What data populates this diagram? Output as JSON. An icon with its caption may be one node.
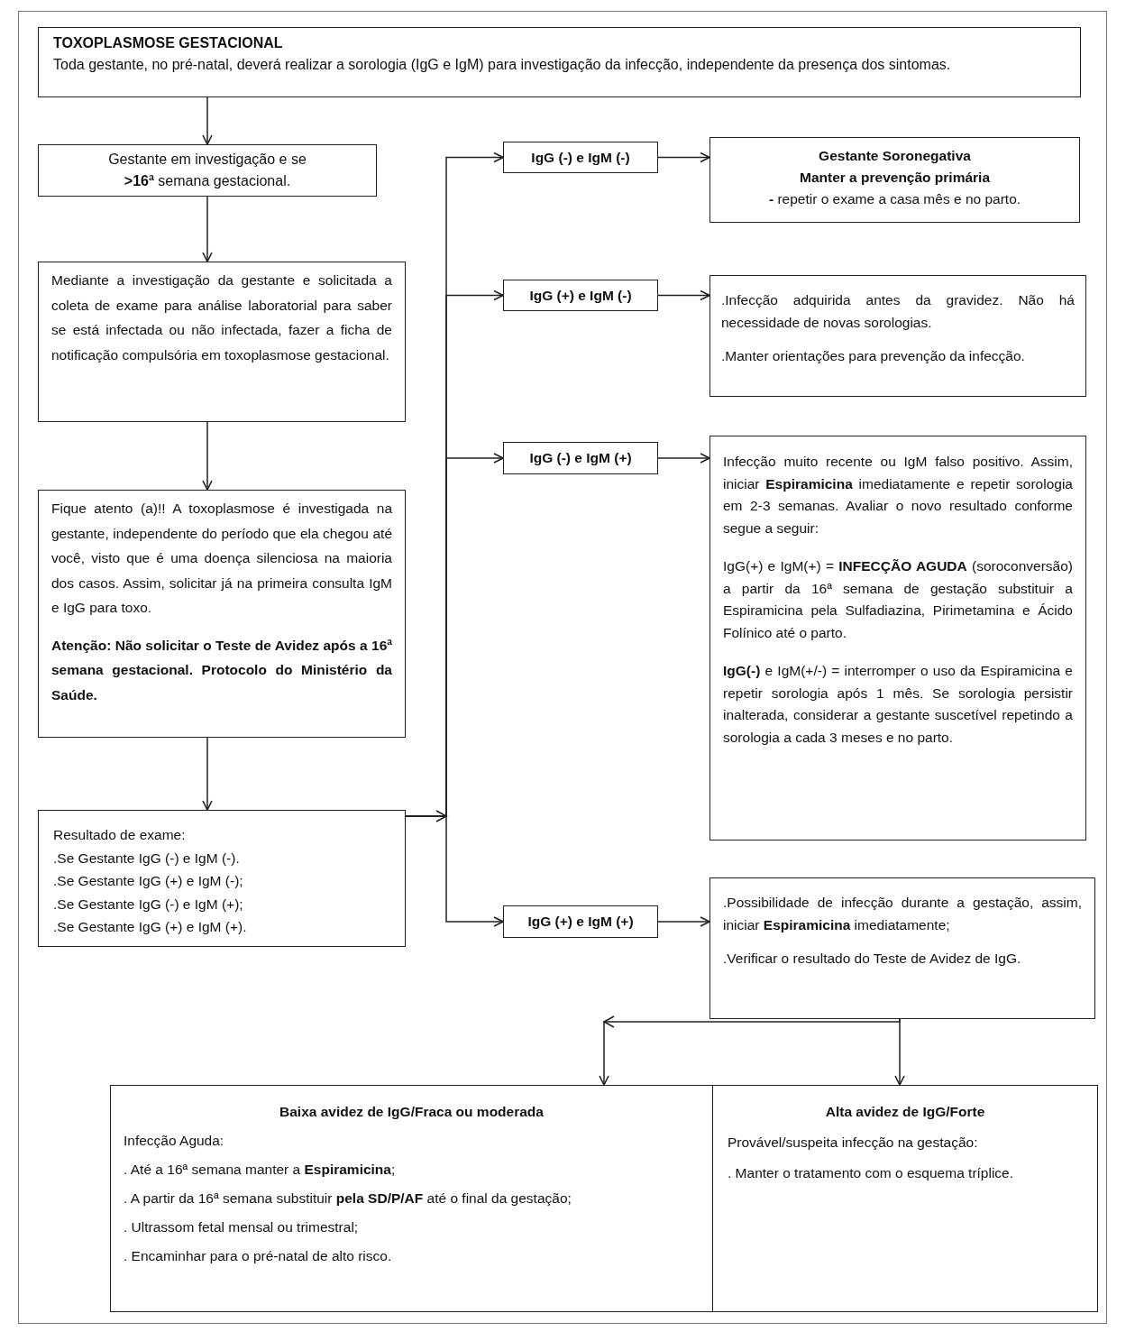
{
  "diagram": {
    "nodes": [
      {
        "text": [
          "TOXOPLASMOSE GESTACIONAL",
          "Toda gestante, no pré-natal, deverá realizar a sorologia (IgG e IgM) para investigação da infecção, independente da presença dos sintomas."
        ]
      },
      {
        "text": [
          "Gestante em investigação e se **>16ª** semana gestacional."
        ]
      },
      {
        "text": [
          "Mediante a investigação da gestante e solicitada a coleta de exame para análise laboratorial para saber se está infectada ou não infectada, fazer a ficha de notificação compulsória em toxoplasmose gestacional."
        ]
      },
      {
        "text": [
          "Fique atento (a)!! A toxoplasmose é investigada na gestante, independente do período que ela chegou até você, visto que é uma doença silenciosa na maioria dos casos. Assim, solicitar já na primeira consulta IgM e IgG para toxo.",
          "Atenção: Não solicitar o Teste de Avidez após a 16ª semana gestacional. Protocolo do Ministério da Saúde."
        ]
      },
      {
        "text": [
          "Resultado de exame:",
          ".Se Gestante IgG (-) e IgM (-).",
          ".Se Gestante IgG (+) e IgM (-);",
          ".Se Gestante IgG (-) e IgM (+);",
          ".Se Gestante IgG (+) e IgM (+)."
        ]
      },
      {
        "text": [
          "IgG (-) e IgM (-)"
        ]
      },
      {
        "text": [
          "Gestante Soronegativa",
          "Manter a prevenção primária",
          "**-** repetir o exame a casa mês e no parto."
        ]
      },
      {
        "text": [
          "IgG (+) e IgM (-)"
        ]
      },
      {
        "text": [
          ".Infecção adquirida antes da gravidez. Não há necessidade de novas sorologias.",
          ".Manter orientações para prevenção da infecção."
        ]
      },
      {
        "text": [
          "IgG (-) e IgM (+)"
        ]
      },
      {
        "text": [
          "Infecção muito recente ou IgM falso positivo. Assim, iniciar **Espiramicina** imediatamente e repetir sorologia em 2-3 semanas. Avaliar o novo resultado conforme segue a seguir:",
          "IgG(+) e IgM(+) = **INFECÇÃO AGUDA** (soroconversão) a partir da 16ª semana de gestação substituir a Espiramicina pela Sulfadiazina, Pirimetamina e Ácido Folínico até o parto.",
          "**IgG(-)** e IgM(+/-) = interromper o uso da Espiramicina e repetir sorologia após 1 mês. Se sorologia persistir inalterada, considerar a gestante suscetível repetindo a sorologia a cada 3 meses e no parto."
        ]
      },
      {
        "text": [
          "IgG (+) e IgM (+)"
        ]
      },
      {
        "text": [
          ".Possibilidade de infecção durante a gestação, assim, iniciar **Espiramicina** imediatamente;",
          ".Verificar o resultado do Teste de Avidez de IgG."
        ]
      },
      {
        "text": [
          "Baixa avidez de IgG/Fraca ou moderada",
          "Infecção Aguda:",
          ". Até a 16ª semana manter a **Espiramicina**;",
          ". A partir da 16ª semana substituir **pela SD/P/AF** até o final da gestação;",
          ". Ultrassom fetal mensal ou trimestral;",
          ". Encaminhar para o pré-natal de alto risco."
        ]
      },
      {
        "text": [
          "Alta avidez de IgG/Forte",
          "Provável/suspeita infecção na gestação:",
          ". Manter o tratamento com o esquema tríplice."
        ]
      }
    ],
    "edges": [
      {
        "from": 0,
        "to": 1,
        "arrow": "to"
      },
      {
        "from": 1,
        "to": 2,
        "arrow": "to"
      },
      {
        "from": 2,
        "to": 3,
        "arrow": "to"
      },
      {
        "from": 3,
        "to": 4,
        "arrow": "to"
      },
      {
        "from": 4,
        "to": 5,
        "arrow": "to"
      },
      {
        "from": 4,
        "to": 7,
        "arrow": "to"
      },
      {
        "from": 4,
        "to": 9,
        "arrow": "to"
      },
      {
        "from": 4,
        "to": 11,
        "arrow": "to"
      },
      {
        "from": 5,
        "to": 6,
        "arrow": "to"
      },
      {
        "from": 7,
        "to": 8,
        "arrow": "to"
      },
      {
        "from": 9,
        "to": 10,
        "arrow": "to"
      },
      {
        "from": 11,
        "to": 12,
        "arrow": "to"
      },
      {
        "from": 12,
        "to": 13,
        "arrow": "to"
      },
      {
        "from": 12,
        "to": 14,
        "arrow": "to"
      }
    ]
  }
}
